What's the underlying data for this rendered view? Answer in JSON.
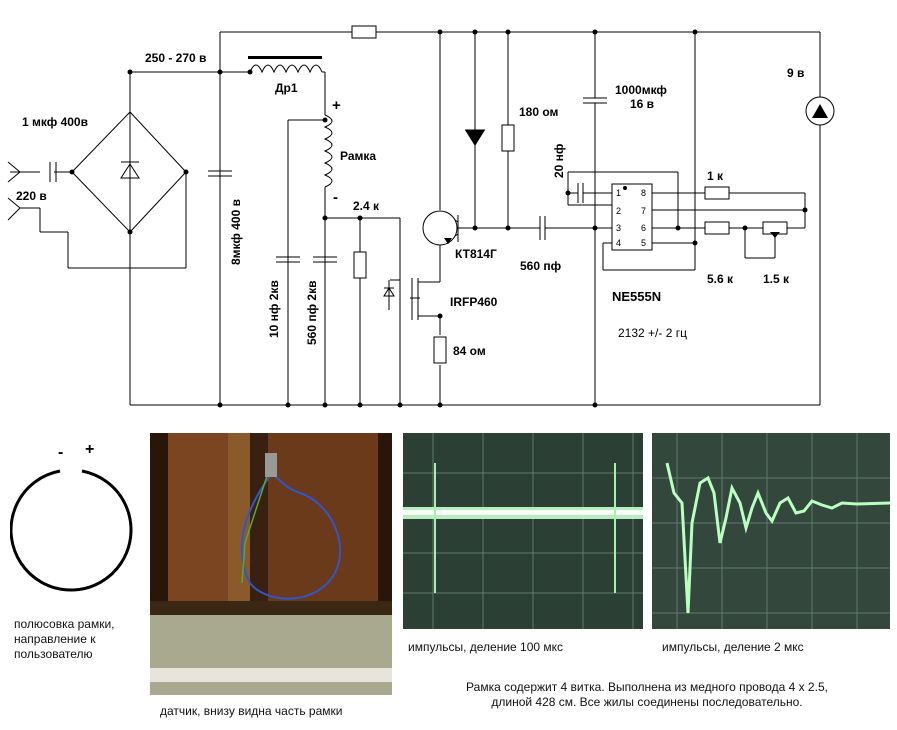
{
  "schematic": {
    "labels": {
      "voltage_rectified": "250 - 270 в",
      "cap_1uf": "1 мкф 400в",
      "mains": "220 в",
      "cap_8uf": "8мкф 400 в",
      "choke": "Др1",
      "plus": "+",
      "minus": "-",
      "frame": "Рамка",
      "cap_10nf": "10 нф 2кв",
      "cap_560pf_2kv": "560 пф 2кв",
      "res_2_4k": "2.4 к",
      "transistor": "КТ814Г",
      "mosfet": "IRFP460",
      "res_84": "84 ом",
      "res_180": "180 ом",
      "cap_1000uf": "1000мкф",
      "cap_1000uf_v": "16 в",
      "cap_20nf": "20 нф",
      "cap_560pf": "560 пф",
      "res_1k": "1 к",
      "res_5_6k": "5.6 к",
      "res_1_5k": "1.5 к",
      "ic": "NE555N",
      "frequency": "2132 +/- 2 гц",
      "supply": "9 в",
      "pins": [
        "1",
        "2",
        "3",
        "4",
        "8",
        "7",
        "6",
        "5"
      ]
    }
  },
  "polarity": {
    "minus": "-",
    "plus": "+"
  },
  "captions": {
    "polarity": [
      "полюсовка рамки,",
      "направление к",
      "пользователю"
    ],
    "sensor": "датчик, внизу видна часть рамки",
    "pulses_100": "импульсы, деление 100 мкс",
    "pulses_2": "импульсы, деление 2 мкс",
    "note": [
      "Рамка содержит 4 витка. Выполнена из медного провода 4 х 2.5,",
      "длиной 428 см. Все жилы соединены последовательно."
    ]
  }
}
